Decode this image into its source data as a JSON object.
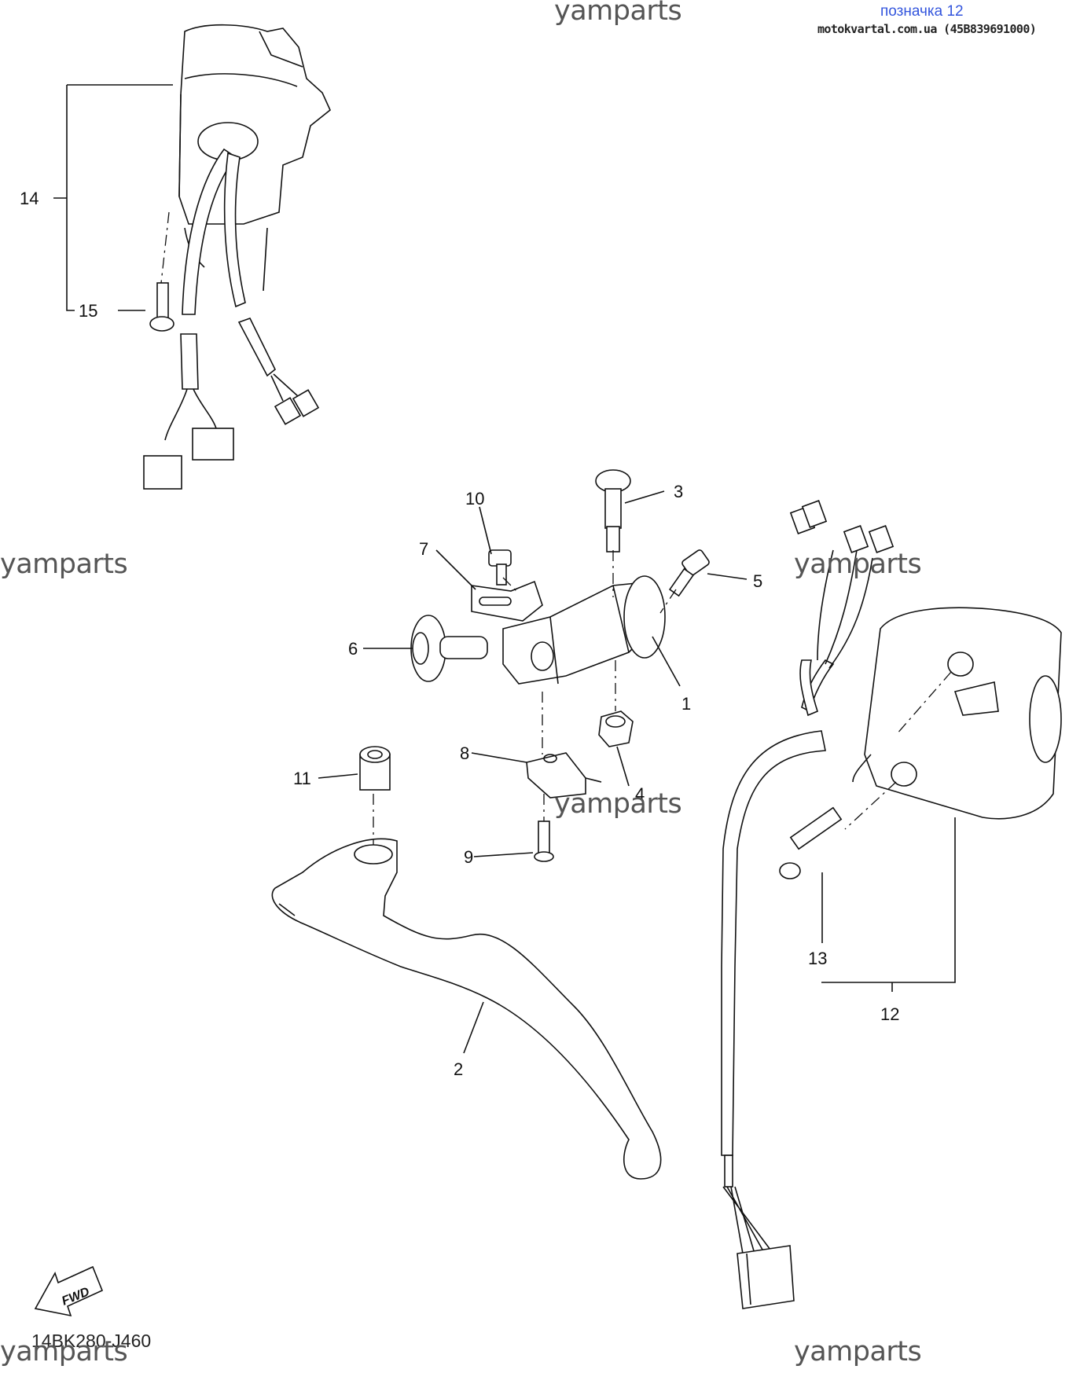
{
  "header": {
    "title": "позначка 12",
    "source": "motokvartal.com.ua (45B839691000)"
  },
  "watermarks": [
    "yamparts",
    "yamparts",
    "yamparts",
    "yamparts",
    "yamparts",
    "yamparts"
  ],
  "diagram_code": "14BK280-J460",
  "fwd_label": "FWD",
  "callouts": {
    "c1": "1",
    "c2": "2",
    "c3": "3",
    "c4": "4",
    "c5": "5",
    "c6": "6",
    "c7": "7",
    "c8": "8",
    "c9": "9",
    "c10": "10",
    "c11": "11",
    "c12": "12",
    "c13": "13",
    "c14": "14",
    "c15": "15"
  }
}
